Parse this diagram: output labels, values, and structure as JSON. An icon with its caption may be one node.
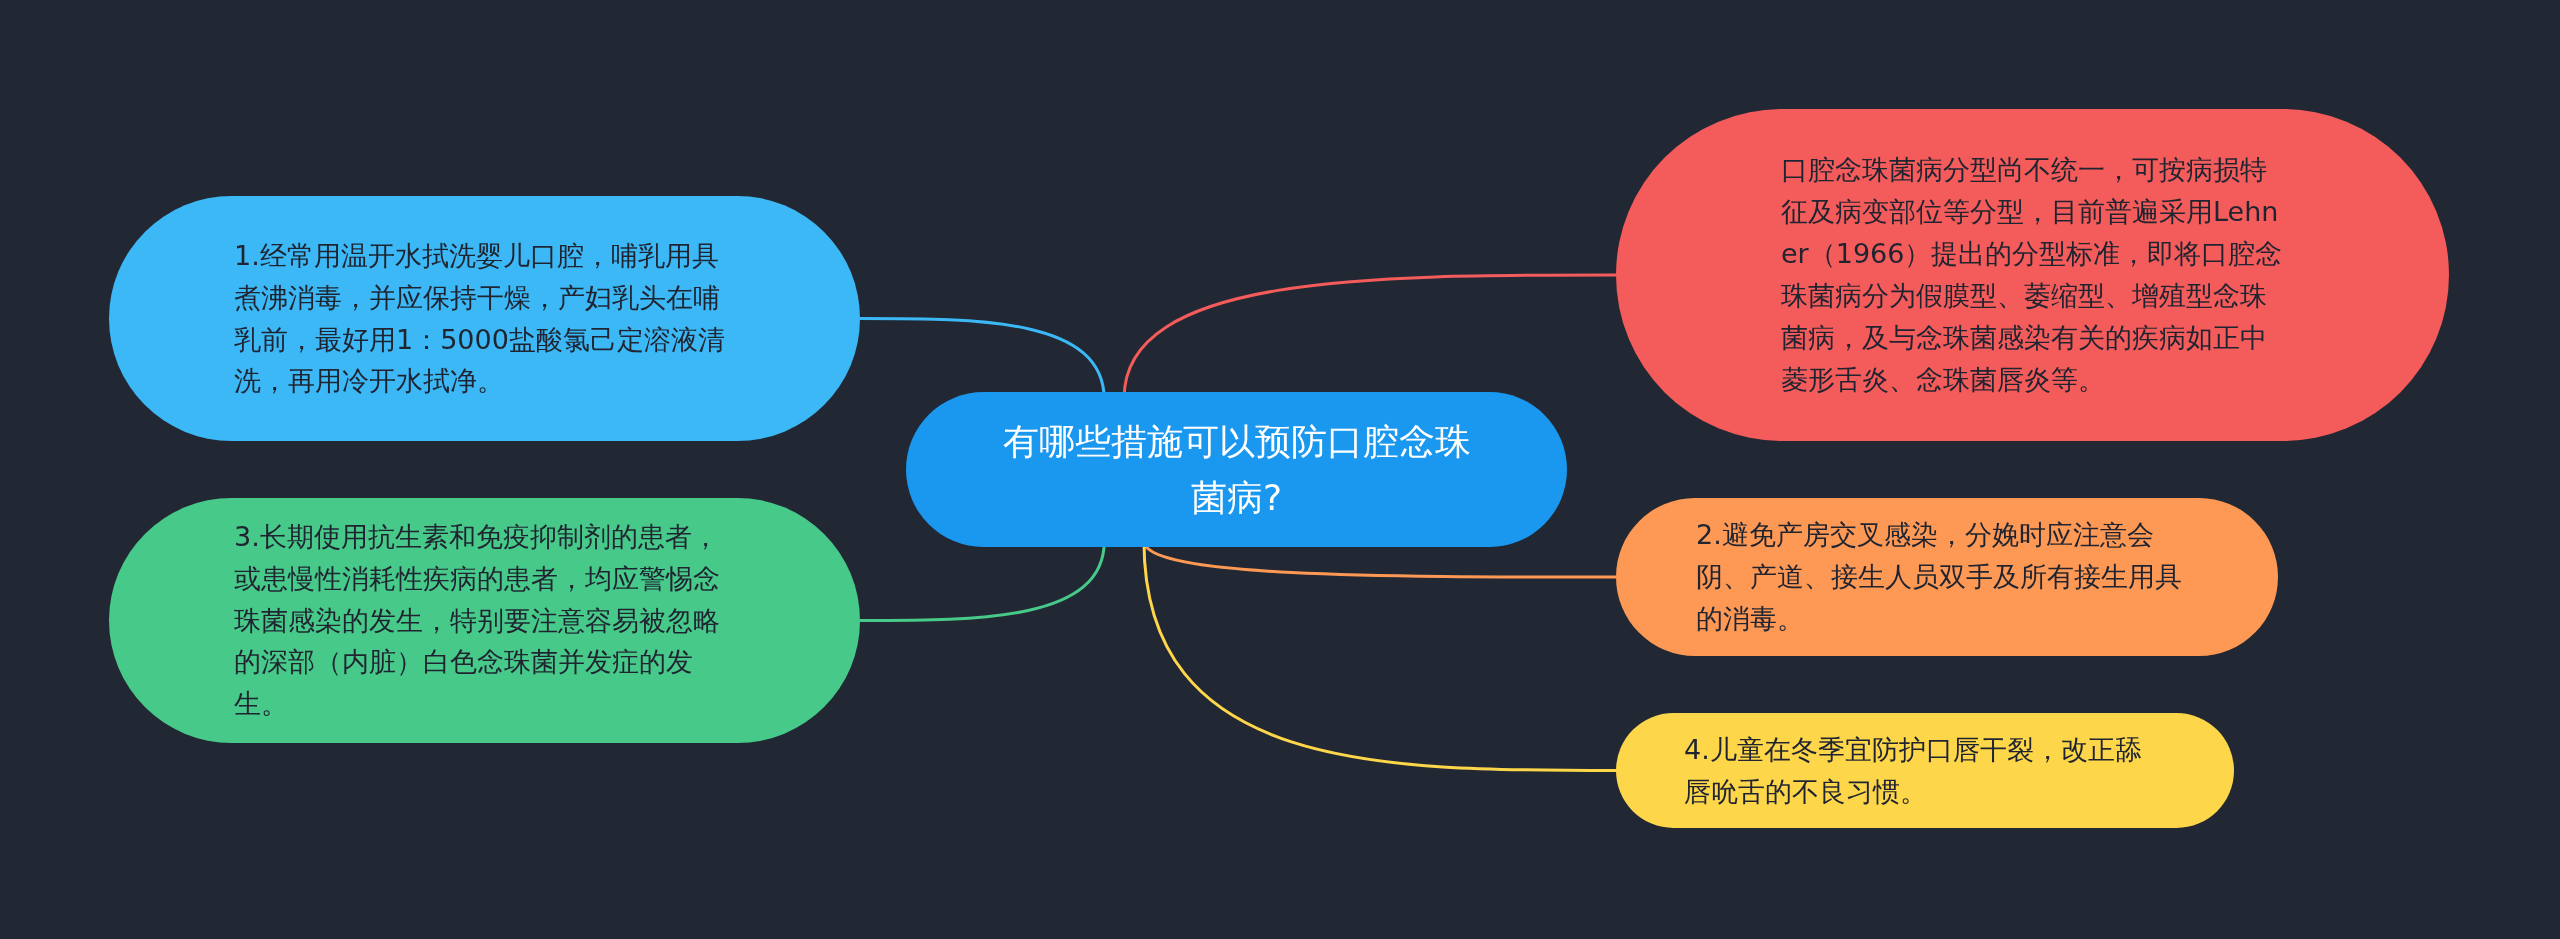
{
  "diagram": {
    "nodes": [
      {
        "text": [
          "有哪些措施可以预防口腔念珠菌病?"
        ]
      },
      {
        "text": [
          "1.经常用温开水拭洗婴儿口腔，哺乳用具煮沸消毒，并应保持干燥，产妇乳头在哺乳前，最好用1：5000盐酸氯己定溶液清洗，再用冷开水拭净。"
        ]
      },
      {
        "text": [
          "3.长期使用抗生素和免疫抑制剂的患者，或患慢性消耗性疾病的患者，均应警惕念珠菌感染的发生，特别要注意容易被忽略的深部（内脏）白色念珠菌并发症的发生。"
        ]
      },
      {
        "text": [
          "口腔念珠菌病分型尚不统一，可按病损特征及病变部位等分型，目前普遍采用Lehner（1966）提出的分型标准，即将口腔念珠菌病分为假膜型、萎缩型、增殖型念珠菌病，及与念珠菌感染有关的疾病如正中菱形舌炎、念珠菌唇炎等。"
        ]
      },
      {
        "text": [
          "2.避免产房交叉感染，分娩时应注意会阴、产道、接生人员双手及所有接生用具的消毒。"
        ]
      },
      {
        "text": [
          "4.儿童在冬季宜防护口唇干裂，改正舔唇吮舌的不良习惯。"
        ]
      }
    ],
    "edges": [
      {
        "from": 0,
        "to": 1,
        "arrow": "none",
        "color": "#3bb8f5"
      },
      {
        "from": 0,
        "to": 2,
        "arrow": "none",
        "color": "#47c98a"
      },
      {
        "from": 0,
        "to": 3,
        "arrow": "none",
        "color": "#f45b5b"
      },
      {
        "from": 0,
        "to": 4,
        "arrow": "none",
        "color": "#fe9955"
      },
      {
        "from": 0,
        "to": 5,
        "arrow": "none",
        "color": "#fdd64a"
      }
    ]
  }
}
